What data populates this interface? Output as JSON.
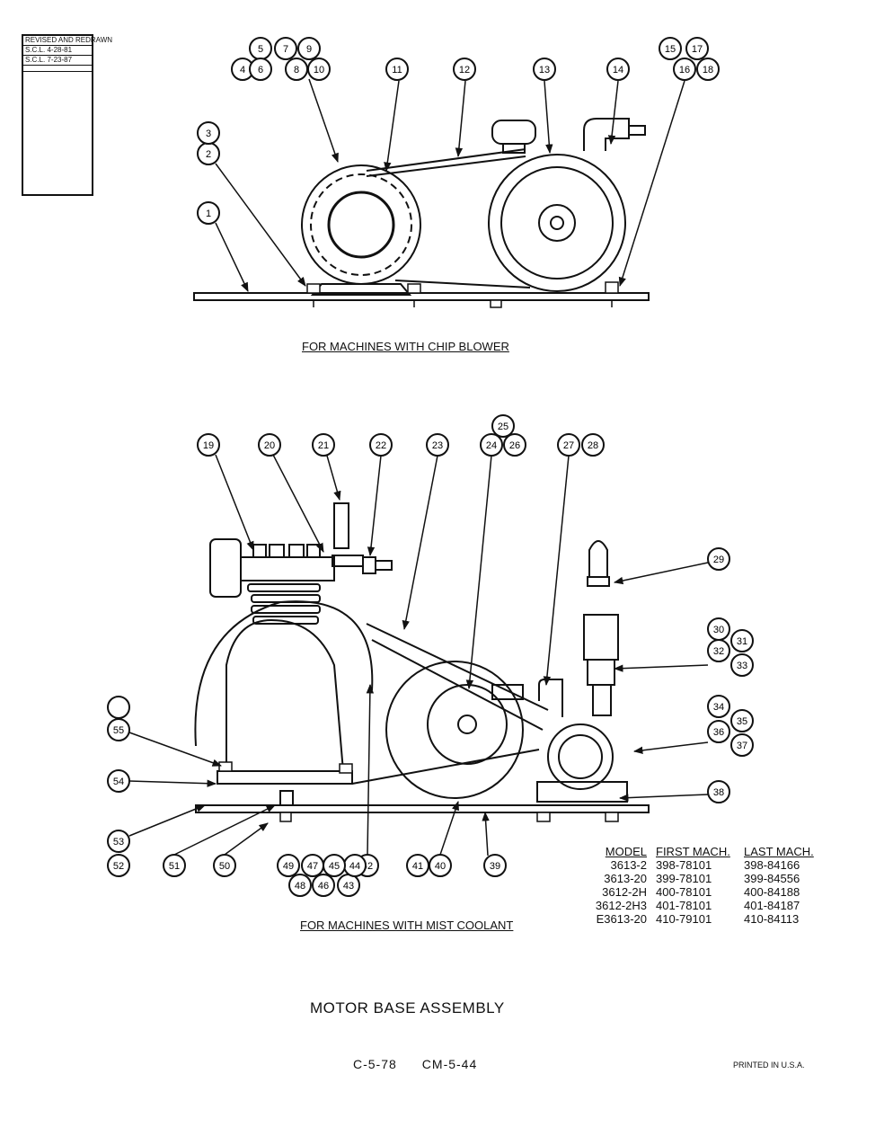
{
  "revision_block": {
    "heading": "REVISED AND REDRAWN",
    "entries": [
      "S.C.L. 4-28-81",
      "S.C.L. 7-23-87"
    ]
  },
  "captions": {
    "chip_blower": "FOR MACHINES WITH CHIP BLOWER",
    "mist_coolant": "FOR MACHINES WITH MIST COOLANT"
  },
  "model_table": {
    "headers": [
      "MODEL",
      "FIRST MACH.",
      "LAST MACH."
    ],
    "rows": [
      [
        "3613-2",
        "398-78101",
        "398-84166"
      ],
      [
        "3613-20",
        "399-78101",
        "399-84556"
      ],
      [
        "3612-2H",
        "400-78101",
        "400-84188"
      ],
      [
        "3612-2H3",
        "401-78101",
        "401-84187"
      ],
      [
        "E3613-20",
        "410-79101",
        "410-84113"
      ]
    ]
  },
  "title": "MOTOR BASE ASSEMBLY",
  "drawing_numbers": [
    "C-5-78",
    "CM-5-44"
  ],
  "printed": "PRINTED IN U.S.A.",
  "balloons_top": [
    "1",
    "2",
    "3",
    "4",
    "5",
    "6",
    "7",
    "8",
    "9",
    "10",
    "11",
    "12",
    "13",
    "14",
    "15",
    "16",
    "17",
    "18"
  ],
  "balloons_bottom": [
    "19",
    "20",
    "21",
    "22",
    "23",
    "24",
    "25",
    "26",
    "27",
    "28",
    "29",
    "30",
    "31",
    "32",
    "33",
    "34",
    "35",
    "36",
    "37",
    "38",
    "39",
    "40",
    "41",
    "42",
    "43",
    "44",
    "45",
    "46",
    "47",
    "48",
    "49",
    "50",
    "51",
    "52",
    "53",
    "54",
    "55"
  ]
}
